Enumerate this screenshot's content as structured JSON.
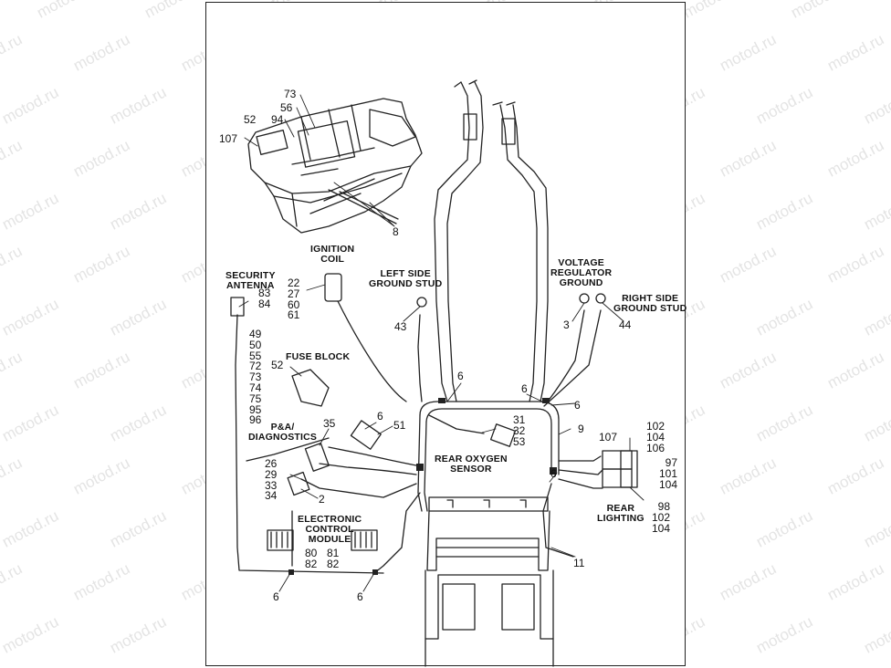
{
  "watermark": "motod.ru",
  "labels": {
    "ignition_coil": [
      "IGNITION",
      "COIL"
    ],
    "security_antenna": [
      "SECURITY",
      "ANTENNA"
    ],
    "left_ground": [
      "LEFT SIDE",
      "GROUND STUD"
    ],
    "voltage_regulator": [
      "VOLTAGE",
      "REGULATOR",
      "GROUND"
    ],
    "right_ground": [
      "RIGHT SIDE",
      "GROUND STUD"
    ],
    "fuse_block": "FUSE BLOCK",
    "pa_diagnostics": [
      "P&A/",
      "DIAGNOSTICS"
    ],
    "rear_oxygen": [
      "REAR OXYGEN",
      "SENSOR"
    ],
    "ecm": [
      "ELECTRONIC",
      "CONTROL",
      "MODULE"
    ],
    "rear_lighting": [
      "REAR",
      "LIGHTING"
    ]
  },
  "callouts": {
    "c73": "73",
    "c56": "56",
    "c52a": "52",
    "c94": "94",
    "c107a": "107",
    "c8": "8",
    "stack_ign": [
      "22",
      "27",
      "60",
      "61"
    ],
    "stack_ant": [
      "83",
      "84"
    ],
    "c43": "43",
    "c3": "3",
    "c44": "44",
    "stack_fuse": [
      "49",
      "50",
      "55",
      "72",
      "73",
      "74",
      "75",
      "95",
      "96"
    ],
    "c52b": "52",
    "c6a": "6",
    "c6b": "6",
    "c6c": "6",
    "c6d": "6",
    "c6e": "6",
    "c6f": "6",
    "c6g": "6",
    "c51": "51",
    "c35": "35",
    "stack_o2": [
      "31",
      "32",
      "53"
    ],
    "c9": "9",
    "c107b": "107",
    "stack_rl_top": [
      "102",
      "104",
      "106"
    ],
    "stack_rl_mid": [
      "97",
      "101",
      "104"
    ],
    "stack_rl_bot": [
      "98",
      "102",
      "104"
    ],
    "stack_diag": [
      "26",
      "29",
      "33",
      "34"
    ],
    "c2": "2",
    "stack_ecm_l": [
      "80",
      "82"
    ],
    "stack_ecm_r": [
      "81",
      "82"
    ],
    "c11": "11"
  }
}
